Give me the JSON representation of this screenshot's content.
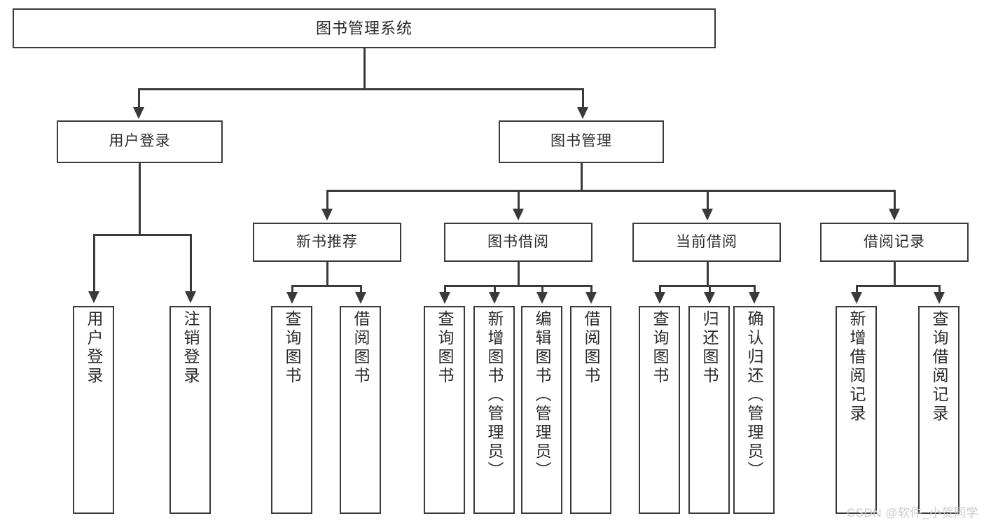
{
  "diagram": {
    "type": "tree-hierarchy-flowchart",
    "title": "图书管理系统",
    "watermark": "CSDN @软件_小贺同学",
    "colors": {
      "stroke": "#3a3a3a",
      "text": "#2b2b2b",
      "background": "#ffffff",
      "watermark": "#c9c9c9"
    },
    "nodes": {
      "root": {
        "label": "图书管理系统"
      },
      "level1": [
        {
          "label": "用户登录"
        },
        {
          "label": "图书管理"
        }
      ],
      "level2": [
        {
          "label": "新书推荐"
        },
        {
          "label": "图书借阅"
        },
        {
          "label": "当前借阅"
        },
        {
          "label": "借阅记录"
        }
      ],
      "leaves_user_login": [
        {
          "label": "用户登录"
        },
        {
          "label": "注销登录"
        }
      ],
      "leaves_new_books": [
        {
          "label": "查询图书"
        },
        {
          "label": "借阅图书"
        }
      ],
      "leaves_borrow": [
        {
          "label": "查询图书"
        },
        {
          "label": "新增图书（管理员）"
        },
        {
          "label": "编辑图书（管理员）"
        },
        {
          "label": "借阅图书"
        }
      ],
      "leaves_current": [
        {
          "label": "查询图书"
        },
        {
          "label": "归还图书"
        },
        {
          "label": "确认归还（管理员）"
        }
      ],
      "leaves_records": [
        {
          "label": "新增借阅记录"
        },
        {
          "label": "查询借阅记录"
        }
      ]
    },
    "edges": [
      {
        "from": "图书管理系统",
        "to": "用户登录"
      },
      {
        "from": "图书管理系统",
        "to": "图书管理"
      },
      {
        "from": "用户登录",
        "to": "用户登录"
      },
      {
        "from": "用户登录",
        "to": "注销登录"
      },
      {
        "from": "图书管理",
        "to": "新书推荐"
      },
      {
        "from": "图书管理",
        "to": "图书借阅"
      },
      {
        "from": "图书管理",
        "to": "当前借阅"
      },
      {
        "from": "图书管理",
        "to": "借阅记录"
      },
      {
        "from": "新书推荐",
        "to": "查询图书"
      },
      {
        "from": "新书推荐",
        "to": "借阅图书"
      },
      {
        "from": "图书借阅",
        "to": "查询图书"
      },
      {
        "from": "图书借阅",
        "to": "新增图书（管理员）"
      },
      {
        "from": "图书借阅",
        "to": "编辑图书（管理员）"
      },
      {
        "from": "图书借阅",
        "to": "借阅图书"
      },
      {
        "from": "当前借阅",
        "to": "查询图书"
      },
      {
        "from": "当前借阅",
        "to": "归还图书"
      },
      {
        "from": "当前借阅",
        "to": "确认归还（管理员）"
      },
      {
        "from": "借阅记录",
        "to": "新增借阅记录"
      },
      {
        "from": "借阅记录",
        "to": "查询借阅记录"
      }
    ]
  }
}
